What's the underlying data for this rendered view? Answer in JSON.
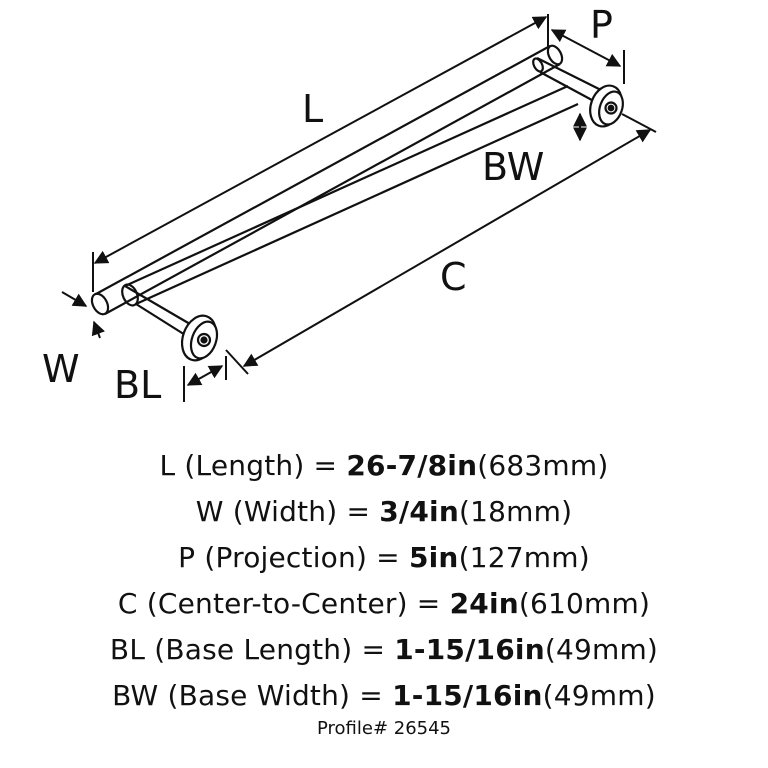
{
  "diagram": {
    "labels": {
      "length": "L",
      "projection": "P",
      "base_width": "BW",
      "center_to_center": "C",
      "width": "W",
      "base_length": "BL"
    }
  },
  "specs": [
    {
      "label": "L",
      "name": "(Length) =",
      "imperial": "26-7/8in",
      "metric": "(683mm)"
    },
    {
      "label": "W",
      "name": "(Width) =",
      "imperial": "3/4in",
      "metric": "(18mm)"
    },
    {
      "label": "P",
      "name": "(Projection) =",
      "imperial": "5in",
      "metric": "(127mm)"
    },
    {
      "label": "C",
      "name": "(Center-to-Center) =",
      "imperial": "24in",
      "metric": "(610mm)"
    },
    {
      "label": "BL",
      "name": "(Base Length) =",
      "imperial": "1-15/16in",
      "metric": "(49mm)"
    },
    {
      "label": "BW",
      "name": "(Base Width) =",
      "imperial": "1-15/16in",
      "metric": "(49mm)"
    }
  ],
  "profile": "Profile# 26545"
}
